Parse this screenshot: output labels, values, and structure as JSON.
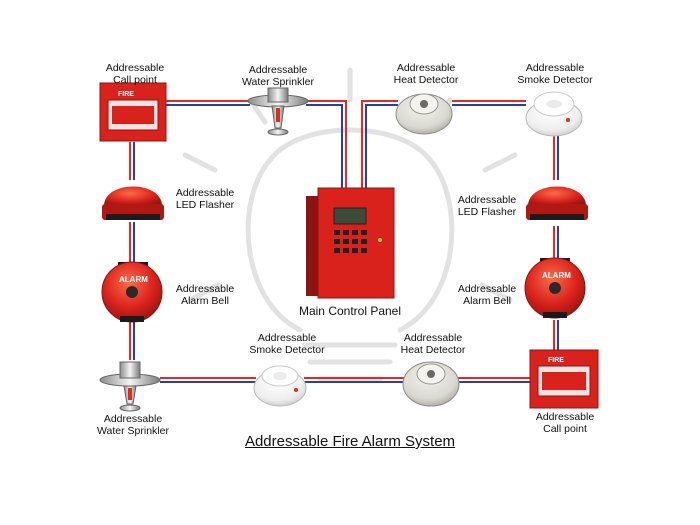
{
  "title": "Addressable Fire Alarm System",
  "panel": {
    "label": "Main Control Panel"
  },
  "devices": {
    "call_point_top": {
      "line1": "Addressable",
      "line2": "Call point",
      "sign": "FIRE"
    },
    "sprinkler_top": {
      "line1": "Addressable",
      "line2": "Water Sprinkler"
    },
    "heat_top": {
      "line1": "Addressable",
      "line2": "Heat Detector"
    },
    "smoke_top": {
      "line1": "Addressable",
      "line2": "Smoke Detector"
    },
    "flasher_left": {
      "line1": "Addressable",
      "line2": "LED Flasher"
    },
    "flasher_right": {
      "line1": "Addressable",
      "line2": "LED Flasher"
    },
    "bell_left": {
      "line1": "Addressable",
      "line2": "Alarm Bell",
      "text": "ALARM"
    },
    "bell_right": {
      "line1": "Addressable",
      "line2": "Alarm Bell",
      "text": "ALARM"
    },
    "sprinkler_bottom": {
      "line1": "Addressable",
      "line2": "Water Sprinkler"
    },
    "smoke_bottom": {
      "line1": "Addressable",
      "line2": "Smoke Detector"
    },
    "heat_bottom": {
      "line1": "Addressable",
      "line2": "Heat Detector"
    },
    "call_point_bottom": {
      "line1": "Addressable",
      "line2": "Call point",
      "sign": "FIRE"
    }
  },
  "colors": {
    "wire_red": "#e8281e",
    "wire_blue": "#2b3ea8",
    "device_red": "#d9221b",
    "bulb_outline": "#dcdcdc"
  }
}
